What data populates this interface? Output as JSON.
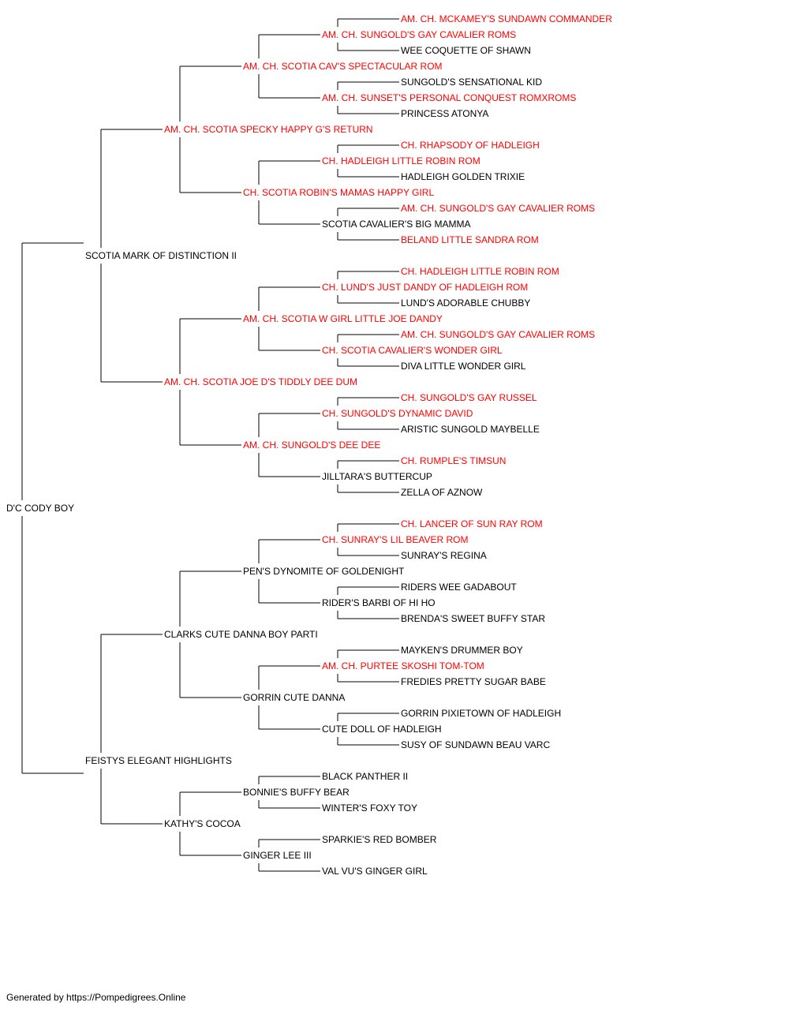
{
  "colors": {
    "champion": "#ff0000",
    "normal": "#000000",
    "line": "#000000"
  },
  "footer": "Generated by https://Pompedigrees.Online",
  "pedigree": {
    "name": "D'C CODY BOY",
    "champion": false,
    "sire": {
      "name": "SCOTIA MARK OF DISTINCTION II",
      "champion": false,
      "sire": {
        "name": "AM. CH. SCOTIA SPECKY HAPPY G'S RETURN",
        "champion": true,
        "sire": {
          "name": "AM. CH. SCOTIA CAV'S SPECTACULAR ROM",
          "champion": true,
          "sire": {
            "name": "AM. CH. SUNGOLD'S GAY CAVALIER ROMS",
            "champion": true,
            "sire": {
              "name": "AM. CH. MCKAMEY'S SUNDAWN COMMANDER",
              "champion": true
            },
            "dam": {
              "name": "WEE COQUETTE OF SHAWN",
              "champion": false
            }
          },
          "dam": {
            "name": "AM. CH. SUNSET'S PERSONAL CONQUEST ROMXROMS",
            "champion": true,
            "sire": {
              "name": "SUNGOLD'S SENSATIONAL KID",
              "champion": false
            },
            "dam": {
              "name": "PRINCESS ATONYA",
              "champion": false
            }
          }
        },
        "dam": {
          "name": "CH. SCOTIA ROBIN'S MAMAS HAPPY GIRL",
          "champion": true,
          "sire": {
            "name": "CH. HADLEIGH LITTLE ROBIN ROM",
            "champion": true,
            "sire": {
              "name": "CH. RHAPSODY OF HADLEIGH",
              "champion": true
            },
            "dam": {
              "name": "HADLEIGH GOLDEN TRIXIE",
              "champion": false
            }
          },
          "dam": {
            "name": "SCOTIA CAVALIER'S BIG MAMMA",
            "champion": false,
            "sire": {
              "name": "AM. CH. SUNGOLD'S GAY CAVALIER ROMS",
              "champion": true
            },
            "dam": {
              "name": "BELAND LITTLE SANDRA ROM",
              "champion": true
            }
          }
        }
      },
      "dam": {
        "name": "AM. CH. SCOTIA JOE D'S TIDDLY DEE DUM",
        "champion": true,
        "sire": {
          "name": "AM. CH. SCOTIA W GIRL LITTLE JOE DANDY",
          "champion": true,
          "sire": {
            "name": "CH. LUND'S JUST DANDY OF HADLEIGH ROM",
            "champion": true,
            "sire": {
              "name": "CH. HADLEIGH LITTLE ROBIN ROM",
              "champion": true
            },
            "dam": {
              "name": "LUND'S ADORABLE CHUBBY",
              "champion": false
            }
          },
          "dam": {
            "name": "CH. SCOTIA CAVALIER'S WONDER GIRL",
            "champion": true,
            "sire": {
              "name": "AM. CH. SUNGOLD'S GAY CAVALIER ROMS",
              "champion": true
            },
            "dam": {
              "name": "DIVA LITTLE WONDER GIRL",
              "champion": false
            }
          }
        },
        "dam": {
          "name": "AM. CH. SUNGOLD'S DEE DEE",
          "champion": true,
          "sire": {
            "name": "CH. SUNGOLD'S DYNAMIC DAVID",
            "champion": true,
            "sire": {
              "name": "CH. SUNGOLD'S GAY RUSSEL",
              "champion": true
            },
            "dam": {
              "name": "ARISTIC SUNGOLD MAYBELLE",
              "champion": false
            }
          },
          "dam": {
            "name": "JILLTARA'S BUTTERCUP",
            "champion": false,
            "sire": {
              "name": "CH. RUMPLE'S TIMSUN",
              "champion": true
            },
            "dam": {
              "name": "ZELLA OF AZNOW",
              "champion": false
            }
          }
        }
      }
    },
    "dam": {
      "name": "FEISTYS ELEGANT HIGHLIGHTS",
      "champion": false,
      "sire": {
        "name": "CLARKS CUTE DANNA BOY PARTI",
        "champion": false,
        "sire": {
          "name": "PEN'S DYNOMITE OF GOLDENIGHT",
          "champion": false,
          "sire": {
            "name": "CH. SUNRAY'S LIL BEAVER ROM",
            "champion": true,
            "sire": {
              "name": "CH. LANCER OF SUN RAY ROM",
              "champion": true
            },
            "dam": {
              "name": "SUNRAY'S REGINA",
              "champion": false
            }
          },
          "dam": {
            "name": "RIDER'S BARBI OF HI HO",
            "champion": false,
            "sire": {
              "name": "RIDERS WEE GADABOUT",
              "champion": false
            },
            "dam": {
              "name": "BRENDA'S SWEET BUFFY STAR",
              "champion": false
            }
          }
        },
        "dam": {
          "name": "GORRIN CUTE DANNA",
          "champion": false,
          "sire": {
            "name": "AM. CH. PURTEE SKOSHI TOM-TOM",
            "champion": true,
            "sire": {
              "name": "MAYKEN'S DRUMMER BOY",
              "champion": false
            },
            "dam": {
              "name": "FREDIES PRETTY SUGAR BABE",
              "champion": false
            }
          },
          "dam": {
            "name": "CUTE DOLL OF HADLEIGH",
            "champion": false,
            "sire": {
              "name": "GORRIN PIXIETOWN OF HADLEIGH",
              "champion": false
            },
            "dam": {
              "name": "SUSY OF SUNDAWN BEAU VARC",
              "champion": false
            }
          }
        }
      },
      "dam": {
        "name": "KATHY'S COCOA",
        "champion": false,
        "sire": {
          "name": "BONNIE'S BUFFY BEAR",
          "champion": false,
          "sire": {
            "name": "BLACK PANTHER II",
            "champion": false
          },
          "dam": {
            "name": "WINTER'S FOXY TOY",
            "champion": false
          }
        },
        "dam": {
          "name": "GINGER LEE III",
          "champion": false,
          "sire": {
            "name": "SPARKIE'S RED BOMBER",
            "champion": false
          },
          "dam": {
            "name": "VAL VU'S GINGER GIRL",
            "champion": false
          }
        }
      }
    }
  }
}
